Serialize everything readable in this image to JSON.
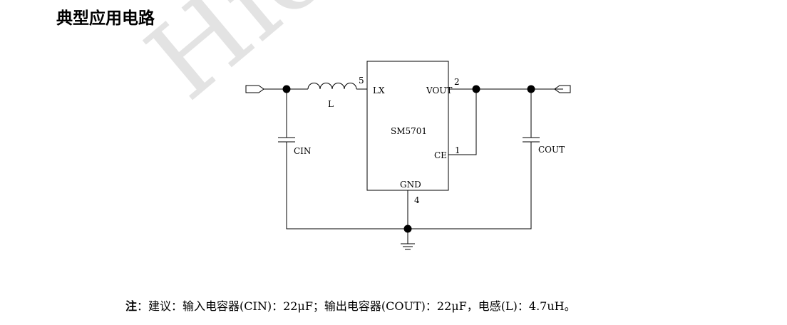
{
  "heading": "典型应用电路",
  "watermark": "Hich",
  "circuit": {
    "ic_name": "SM5701",
    "pins": {
      "lx": "LX",
      "vout": "VOUT",
      "ce": "CE",
      "gnd": "GND",
      "lx_num": "5",
      "vout_num": "2",
      "ce_num": "1",
      "gnd_num": "4"
    },
    "components": {
      "inductor": "L",
      "cin": "CIN",
      "cout": "COUT"
    }
  },
  "note": {
    "label": "注",
    "text": "：建议：输入电容器(CIN)：22μF；输出电容器(COUT)：22μF，电感(L)：4.7uH。"
  }
}
